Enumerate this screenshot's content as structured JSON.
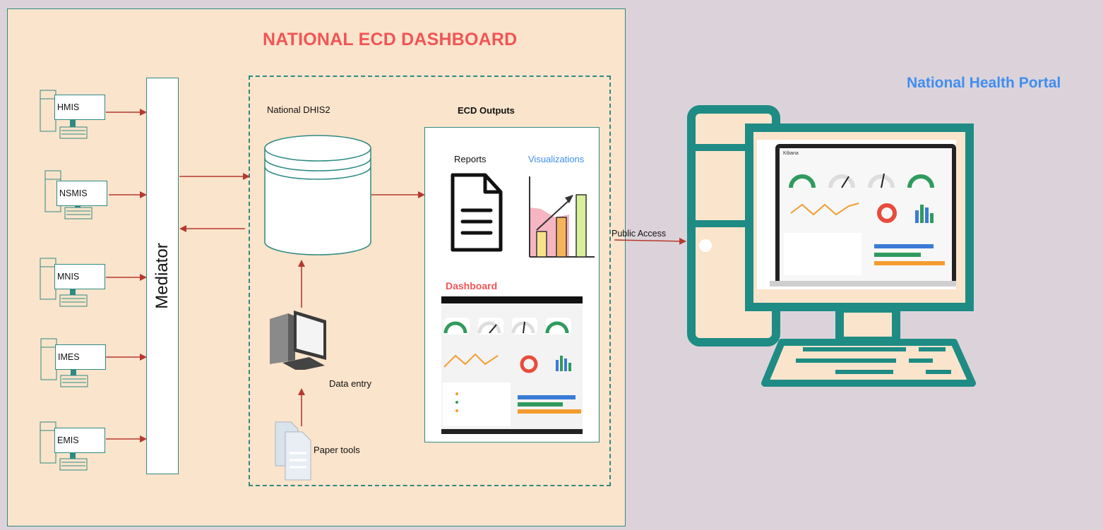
{
  "diagram": {
    "title": "NATIONAL ECD DASHBOARD",
    "portal_title": "National Health Portal",
    "mediator": "Mediator",
    "national_dhis2": "National DHIS2",
    "ecd_outputs": "ECD Outputs",
    "reports": "Reports",
    "visualizations": "Visualizations",
    "dashboard": "Dashboard",
    "data_entry": "Data entry",
    "paper_tools": "Paper tools",
    "public_access": "Public Access",
    "sources": [
      "HMIS",
      "NSMIS",
      "MNIS",
      "IMES",
      "EMIS"
    ],
    "thumbnail_brand": "Kibana"
  },
  "colors": {
    "panel_bg": "#fbe4cc",
    "page_bg": "#dcd3da",
    "teal": "#2e8a82",
    "title_red": "#f05555",
    "portal_blue": "#3f8ef0",
    "arrow_red": "#b5392f"
  }
}
